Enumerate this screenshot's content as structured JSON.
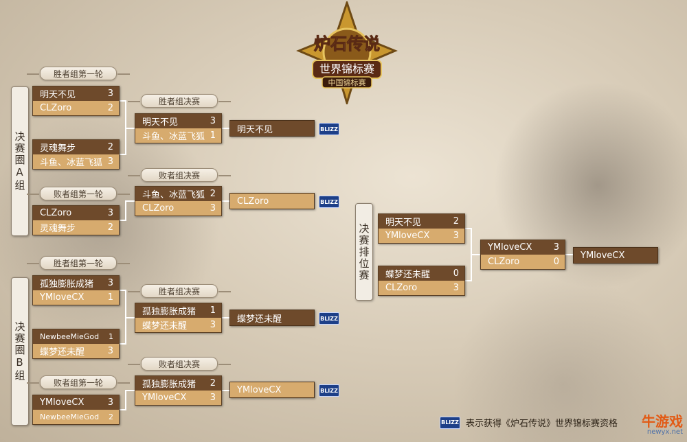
{
  "logo": {
    "title": "炉石传说",
    "subtitle": "世界锦标赛",
    "region": "中国锦标赛"
  },
  "groups": [
    {
      "label": "决赛圈A组"
    },
    {
      "label": "决赛圈B组"
    },
    {
      "label": "决赛排位赛"
    }
  ],
  "headers": {
    "a_w1": "胜者组第一轮",
    "a_wf": "胜者组决赛",
    "a_lf": "败者组决赛",
    "a_l1": "败者组第一轮",
    "b_w1": "胜者组第一轮",
    "b_wf": "胜者组决赛",
    "b_lf": "败者组决赛",
    "b_l1": "败者组第一轮"
  },
  "matches": {
    "a_w1_1": [
      {
        "name": "明天不见",
        "score": "3"
      },
      {
        "name": "CLZoro",
        "score": "2"
      }
    ],
    "a_w1_2": [
      {
        "name": "灵魂舞步",
        "score": "2"
      },
      {
        "name": "斗鱼、冰蓝飞狐",
        "score": "3"
      }
    ],
    "a_wf": [
      {
        "name": "明天不见",
        "score": "3"
      },
      {
        "name": "斗鱼、冰蓝飞狐",
        "score": "1"
      }
    ],
    "a_l1": [
      {
        "name": "CLZoro",
        "score": "3"
      },
      {
        "name": "灵魂舞步",
        "score": "2"
      }
    ],
    "a_lf": [
      {
        "name": "斗鱼、冰蓝飞狐",
        "score": "2"
      },
      {
        "name": "CLZoro",
        "score": "3"
      }
    ],
    "b_w1_1": [
      {
        "name": "孤独膨胀成猪",
        "score": "3"
      },
      {
        "name": "YMloveCX",
        "score": "1"
      }
    ],
    "b_w1_2": [
      {
        "name": "NewbeeMieGod",
        "score": "1"
      },
      {
        "name": "蝶梦还未醒",
        "score": "3"
      }
    ],
    "b_wf": [
      {
        "name": "孤独膨胀成猪",
        "score": "1"
      },
      {
        "name": "蝶梦还未醒",
        "score": "3"
      }
    ],
    "b_l1": [
      {
        "name": "YMloveCX",
        "score": "3"
      },
      {
        "name": "NewbeeMieGod",
        "score": "2"
      }
    ],
    "b_lf": [
      {
        "name": "孤独膨胀成猪",
        "score": "2"
      },
      {
        "name": "YMloveCX",
        "score": "3"
      }
    ],
    "f_sf1": [
      {
        "name": "明天不见",
        "score": "2"
      },
      {
        "name": "YMloveCX",
        "score": "3"
      }
    ],
    "f_sf2": [
      {
        "name": "蝶梦还未醒",
        "score": "0"
      },
      {
        "name": "CLZoro",
        "score": "3"
      }
    ],
    "f_final": [
      {
        "name": "YMloveCX",
        "score": "3"
      },
      {
        "name": "CLZoro",
        "score": "0"
      }
    ]
  },
  "results": {
    "a_wf": "明天不见",
    "a_lf": "CLZoro",
    "b_wf": "蝶梦还未醒",
    "b_lf": "YMloveCX",
    "champion": "YMloveCX"
  },
  "badge": "BLIZZ",
  "footnote": "表示获得《炉石传说》世界锦标赛资格",
  "watermark": {
    "main": "牛游戏",
    "sub": "newyx.net"
  },
  "colors": {
    "dark_row": "#6e4a2b",
    "light_row": "#d7ab6e",
    "connector": "#ffffff"
  }
}
